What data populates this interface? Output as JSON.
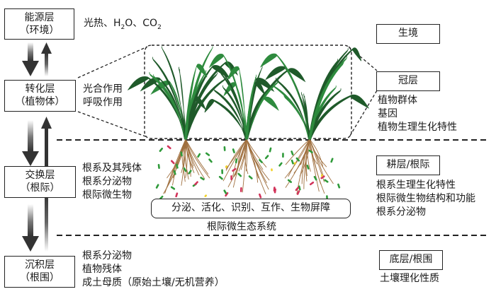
{
  "left_layers": [
    {
      "name": "能源层",
      "sub": "（环境）",
      "items": [
        "光热、H",
        "2",
        "O、CO",
        "2"
      ]
    },
    {
      "name": "转化层",
      "sub": "（植物体）",
      "items": [
        "光合作用",
        "呼吸作用"
      ]
    },
    {
      "name": "交换层",
      "sub": "（根际）",
      "items": [
        "根系及其残体",
        "根系分泌物",
        "根际微生物"
      ]
    },
    {
      "name": "沉积层",
      "sub": "（根围）",
      "items": [
        "根系分泌物",
        "植物残体",
        "成土母质（原始土壤/无机营养）"
      ]
    }
  ],
  "right_layers": [
    {
      "name": "生境",
      "items": []
    },
    {
      "name": "冠层",
      "items": [
        "植物群体",
        "基因",
        "植物生理生化特性"
      ]
    },
    {
      "name": "耕层/根际",
      "items": [
        "根系生理生化特性",
        "根际微生物结构和功能",
        "根系分泌物"
      ]
    },
    {
      "name": "底层/根围",
      "items": [
        "土壤理化性质"
      ]
    }
  ],
  "center": {
    "process_label": "分泌、活化、识别、互作、生物屏障",
    "system_label": "根际微生态系统"
  },
  "colors": {
    "leaf_dark": "#1f5a2a",
    "leaf_light": "#2e8b3e",
    "root": "#a0703f",
    "microbe_green": "#2f9a3a",
    "microbe_red": "#d2335a",
    "microbe_yellow": "#f2d22a"
  }
}
